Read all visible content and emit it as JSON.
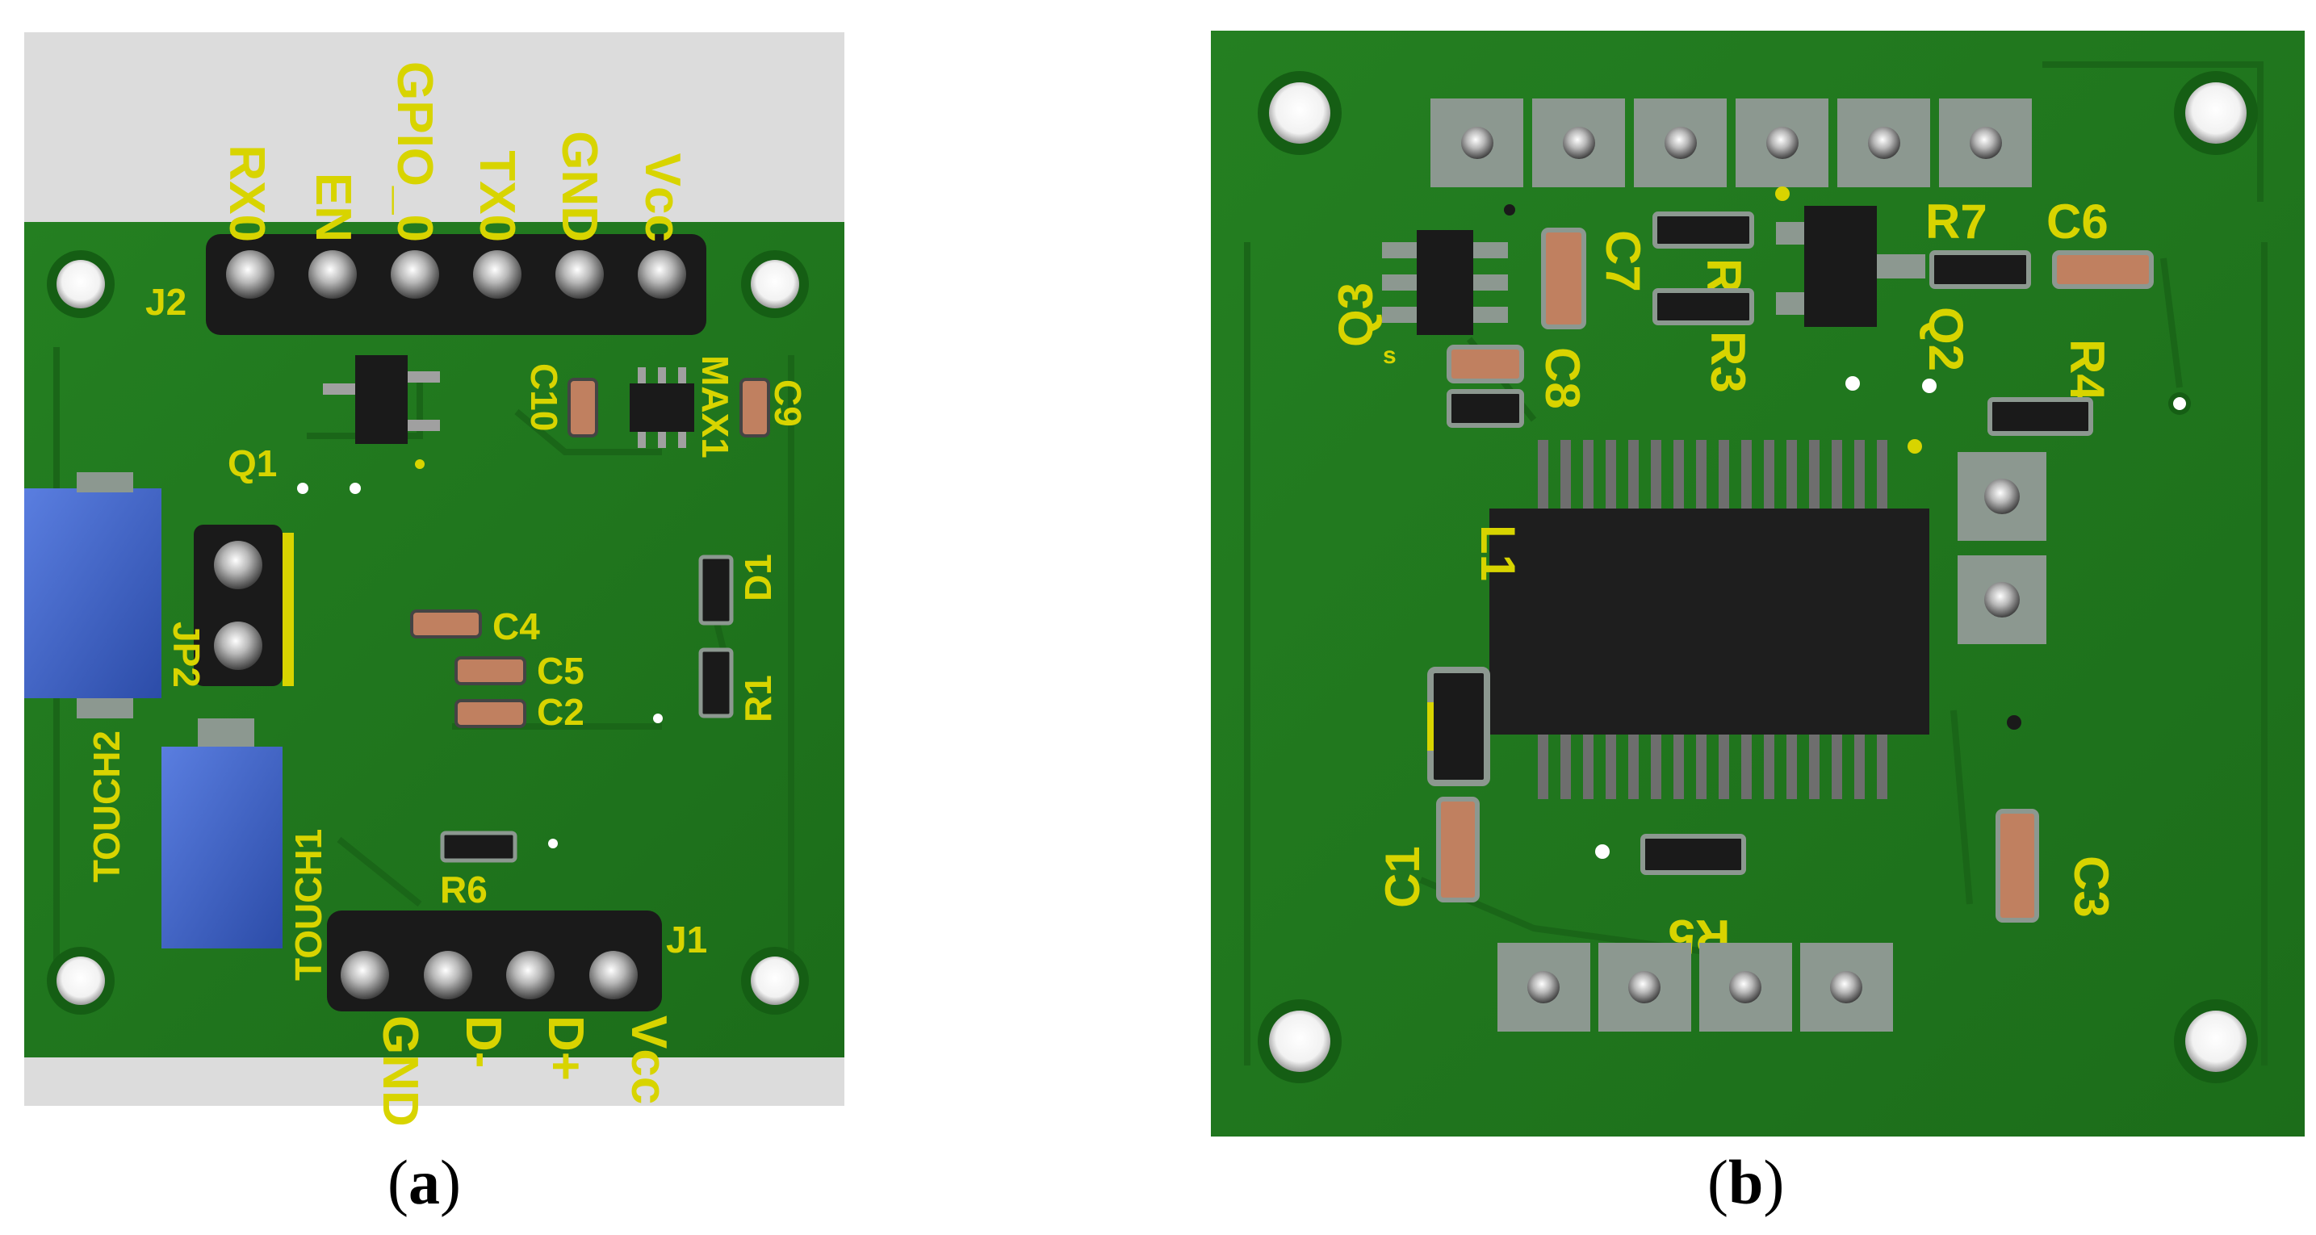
{
  "panel_a": {
    "caption_letter": "a",
    "header_pins": [
      "RX0",
      "EN",
      "GPIO_0",
      "TX0",
      "GND",
      "Vcc"
    ],
    "header_pins_b": [
      "GND",
      "D-",
      "D+",
      "Vcc"
    ],
    "labels": {
      "j2": "J2",
      "j1": "J1",
      "q1": "Q1",
      "jp2": "JP2",
      "c10": "C10",
      "max1": "MAX1",
      "c9": "C9",
      "c4": "C4",
      "c5": "C5",
      "c2": "C2",
      "r1": "R1",
      "d1": "D1",
      "r6": "R6",
      "touch1": "TOUCH1",
      "touch2": "TOUCH2"
    }
  },
  "panel_b": {
    "caption_letter": "b",
    "labels": {
      "q3": "Q3",
      "c7": "C7",
      "r2": "R2",
      "r7": "R7",
      "c6": "C6",
      "r3": "R3",
      "q2": "Q2",
      "r4": "R4",
      "c8": "C8",
      "l1": "L1",
      "c1": "C1",
      "r5": "R5",
      "c3": "C3",
      "s": "s"
    }
  },
  "colors": {
    "board": "#1f7a1c",
    "board_dark": "#155e14",
    "silk": "#d8d400",
    "pad": "#8c9890",
    "tab": "#dcdcdc",
    "button": "#3a5fc8"
  }
}
